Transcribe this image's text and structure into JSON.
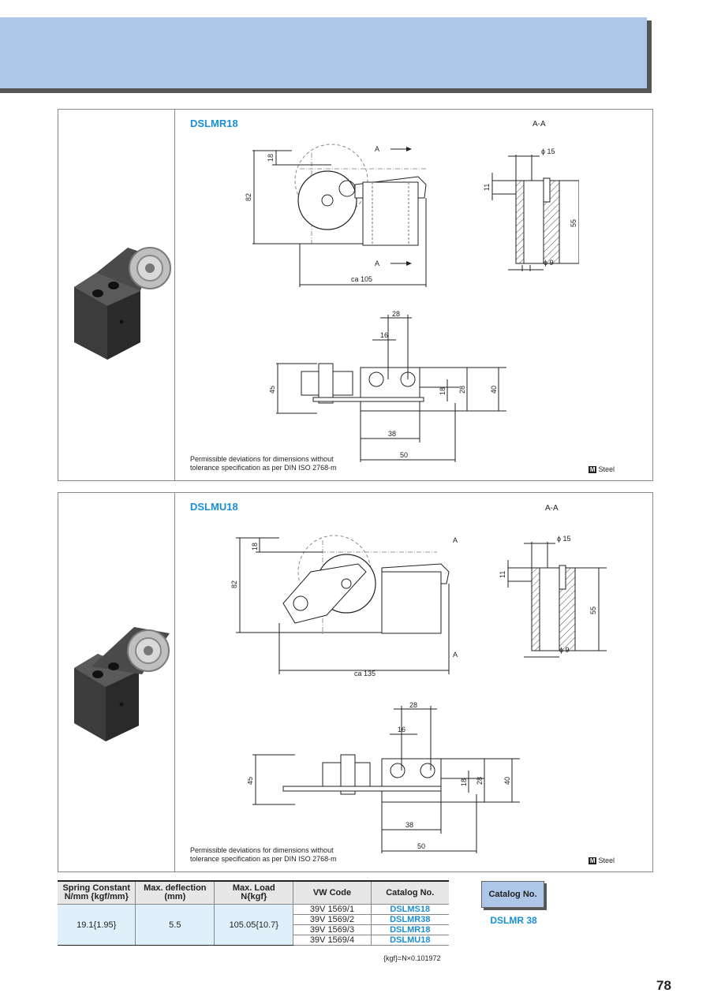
{
  "panels": [
    {
      "title": "DSLMR18",
      "section_label": "A-A",
      "section_arrow": "A",
      "dims": {
        "d1": "18",
        "d2": "82",
        "ca": "ca 105",
        "phi15": "ϕ 15",
        "d11": "11",
        "d55": "55",
        "phi9": "ϕ 9",
        "d28a": "28",
        "d16": "16",
        "d45": "45",
        "d18b": "18",
        "d28b": "28",
        "d40": "40",
        "d38": "38",
        "d50": "50"
      },
      "note_line1": "Permissible deviations for dimensions without",
      "note_line2": "tolerance specification as per DIN ISO 2768-m",
      "material_icon": "M",
      "material": "Steel"
    },
    {
      "title": "DSLMU18",
      "section_label": "A-A",
      "section_arrow": "A",
      "dims": {
        "d1": "18",
        "d2": "82",
        "ca": "ca 135",
        "phi15": "ϕ 15",
        "d11": "11",
        "d55": "55",
        "phi9": "ϕ 9",
        "d28a": "28",
        "d16": "16",
        "d45": "45",
        "d18b": "18",
        "d28b": "28",
        "d40": "40",
        "d38": "38",
        "d50": "50"
      },
      "note_line1": "Permissible deviations for dimensions without",
      "note_line2": "tolerance specification as per DIN ISO 2768-m",
      "material_icon": "M",
      "material": "Steel"
    }
  ],
  "spec_table": {
    "headers": {
      "spring_l1": "Spring Constant",
      "spring_l2": "N/mm {kgf/mm}",
      "deflection_l1": "Max. deflection",
      "deflection_l2": "(mm)",
      "load_l1": "Max. Load",
      "load_l2": "N{kgf}",
      "vw": "VW Code",
      "catalog": "Catalog No."
    },
    "spring_constant": "19.1{1.95}",
    "max_deflection": "5.5",
    "max_load": "105.05{10.7}",
    "rows": [
      {
        "vw": "39V 1569/1",
        "catalog": "DSLMS18"
      },
      {
        "vw": "39V 1569/2",
        "catalog": "DSLMR38"
      },
      {
        "vw": "39V 1569/3",
        "catalog": "DSLMR18"
      },
      {
        "vw": "39V 1569/4",
        "catalog": "DSLMU18"
      }
    ],
    "conversion": "{kgf}=N×0.101972"
  },
  "catalog_button": {
    "label": "Catalog No.",
    "value": "DSLMR 38"
  },
  "page_number": "78",
  "colors": {
    "banner": "#aec6e8",
    "accent": "#1a8fd6",
    "table_fill": "#dff0fb"
  }
}
